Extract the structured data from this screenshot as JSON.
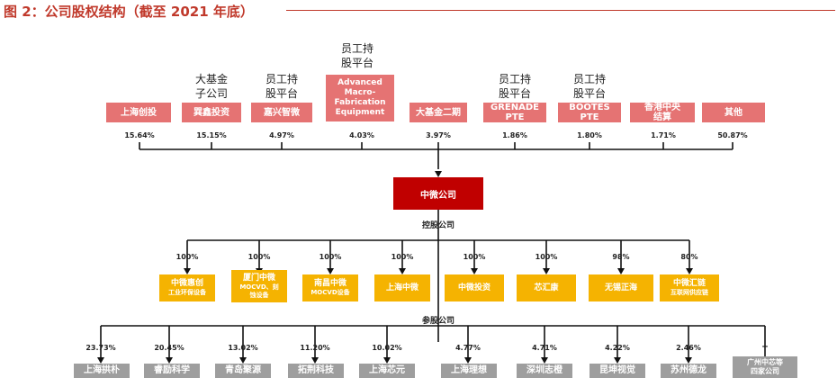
{
  "figure": {
    "title": "图 2：公司股权结构（截至 2021 年底）"
  },
  "shareholders": [
    {
      "name": "上海创投",
      "percent": "15.64%",
      "note": ""
    },
    {
      "name": "巽鑫投资",
      "percent": "15.15%",
      "note": "大基金\n子公司"
    },
    {
      "name": "嘉兴智微",
      "percent": "4.97%",
      "note": "员工持\n股平台"
    },
    {
      "name": "Advanced\nMacro-\nFabrication\nEquipment",
      "percent": "4.03%",
      "note": "员工持\n股平台"
    },
    {
      "name": "大基金二期",
      "percent": "3.97%",
      "note": ""
    },
    {
      "name": "GRENADE\nPTE",
      "percent": "1.86%",
      "note": "员工持\n股平台"
    },
    {
      "name": "BOOTES\nPTE",
      "percent": "1.80%",
      "note": "员工持\n股平台"
    },
    {
      "name": "香港中央\n结算",
      "percent": "1.71%",
      "note": ""
    },
    {
      "name": "其他",
      "percent": "50.87%",
      "note": ""
    }
  ],
  "company": {
    "name": "中微公司"
  },
  "holding_label": "控股公司",
  "subsidiaries": [
    {
      "name": "中微惠创",
      "desc": "工业环保设备",
      "percent": "100%"
    },
    {
      "name": "厦门中微",
      "desc": "MOCVD、刻\n蚀设备",
      "percent": "100%"
    },
    {
      "name": "南昌中微",
      "desc": "MOCVD设备",
      "percent": "100%"
    },
    {
      "name": "上海中微",
      "desc": "",
      "percent": "100%"
    },
    {
      "name": "中微投资",
      "desc": "",
      "percent": "100%"
    },
    {
      "name": "芯汇康",
      "desc": "",
      "percent": "100%"
    },
    {
      "name": "无锡正海",
      "desc": "",
      "percent": "98%"
    },
    {
      "name": "中微汇链",
      "desc": "互联网供应链",
      "percent": "80%"
    }
  ],
  "participation_label": "参股公司",
  "investees": [
    {
      "name": "上海拱朴",
      "percent": "23.73%"
    },
    {
      "name": "睿励科学",
      "percent": "20.45%"
    },
    {
      "name": "青岛聚源",
      "percent": "13.02%"
    },
    {
      "name": "拓荆科技",
      "percent": "11.20%"
    },
    {
      "name": "上海芯元",
      "percent": "10.02%"
    },
    {
      "name": "上海理想",
      "percent": "4.77%"
    },
    {
      "name": "深圳志橙",
      "percent": "4.71%"
    },
    {
      "name": "昆坤视觉",
      "percent": "4.22%"
    },
    {
      "name": "苏州德龙",
      "percent": "2.46%"
    },
    {
      "name": "广州中芯等\n四家公司",
      "percent": "--"
    }
  ],
  "colors": {
    "shareholder": "#e57373",
    "company": "#c00000",
    "subsidiary": "#f5b301",
    "investee": "#9e9e9e",
    "title": "#c0392b"
  }
}
